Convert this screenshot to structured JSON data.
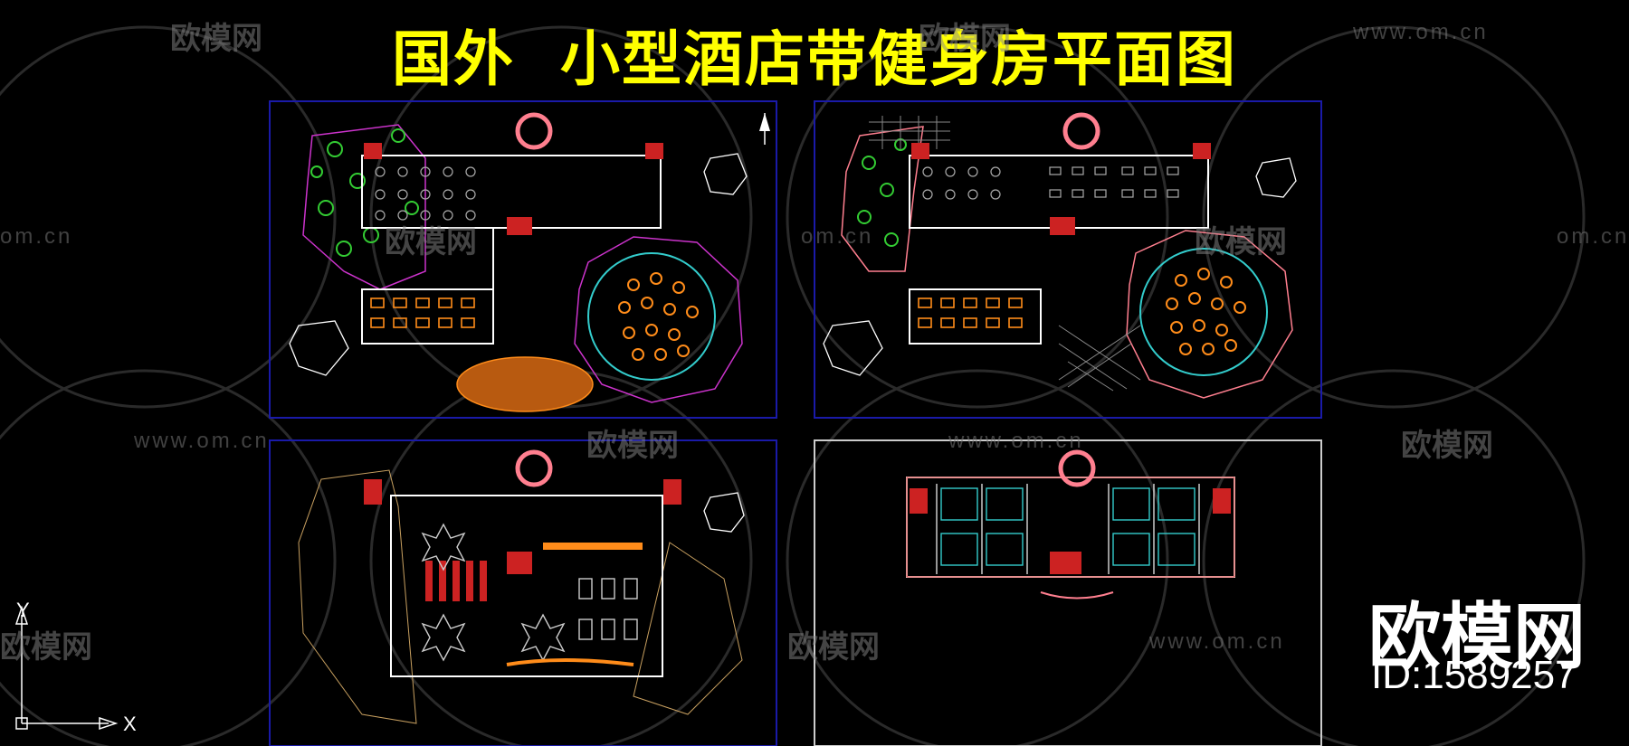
{
  "title": "国外  小型酒店带健身房平面图",
  "watermarks": {
    "url": "www.om.cn",
    "url_partial": "om.cn",
    "cn": "欧模网"
  },
  "brand": {
    "name": "欧模网",
    "id": "ID:1589257"
  },
  "ucs_axes": {
    "x": "X",
    "y": "Y"
  },
  "colors": {
    "background": "#000000",
    "title": "#ffff00",
    "sheet_border_blue": "#1a1aa8",
    "sheet_border_white": "#cccccc",
    "wall_white": "#ffffff",
    "furniture_orange": "#ff8c1a",
    "plant_green": "#33cc33",
    "fountain_pink": "#ff7f8f",
    "curve_magenta": "#cc33cc",
    "glass_cyan": "#33cccc",
    "accent_red": "#cc2222"
  },
  "sheets": [
    {
      "name": "plan-ground-floor-garden",
      "border": "blue"
    },
    {
      "name": "plan-ground-floor-terrace",
      "border": "blue"
    },
    {
      "name": "plan-gym-floor",
      "border": "blue"
    },
    {
      "name": "plan-guest-room-floor",
      "border": "white"
    }
  ]
}
